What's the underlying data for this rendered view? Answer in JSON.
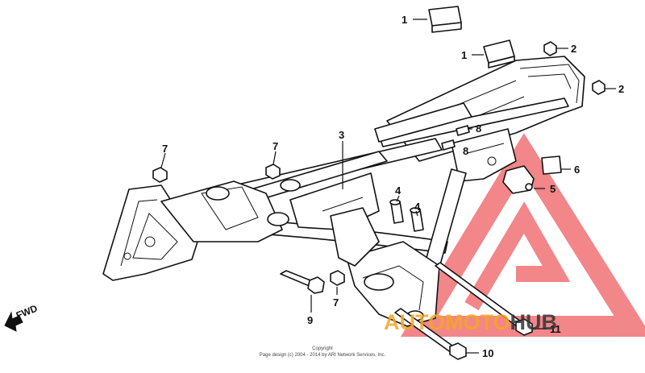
{
  "diagram": {
    "callouts": [
      {
        "id": "c1a",
        "number": "1"
      },
      {
        "id": "c1b",
        "number": "1"
      },
      {
        "id": "c2a",
        "number": "2"
      },
      {
        "id": "c2b",
        "number": "2"
      },
      {
        "id": "c3",
        "number": "3"
      },
      {
        "id": "c4a",
        "number": "4"
      },
      {
        "id": "c4b",
        "number": "4"
      },
      {
        "id": "c5",
        "number": "5"
      },
      {
        "id": "c6",
        "number": "6"
      },
      {
        "id": "c7a",
        "number": "7"
      },
      {
        "id": "c7b",
        "number": "7"
      },
      {
        "id": "c7c",
        "number": "7"
      },
      {
        "id": "c8a",
        "number": "8"
      },
      {
        "id": "c8b",
        "number": "8"
      },
      {
        "id": "c9",
        "number": "9"
      },
      {
        "id": "c10",
        "number": "10"
      },
      {
        "id": "c11",
        "number": "11"
      }
    ],
    "direction_label": "FWD",
    "copyright": {
      "line1": "Copyright",
      "line2": "Page design (c) 2004 - 2014 by ARI Network Services, Inc."
    }
  },
  "watermark": {
    "part1": "AUTO",
    "part2": "MOTO",
    "part3": "HUB",
    "colors": {
      "red": "#e8242a",
      "orange": "#f5a623",
      "dark": "#333333"
    }
  }
}
